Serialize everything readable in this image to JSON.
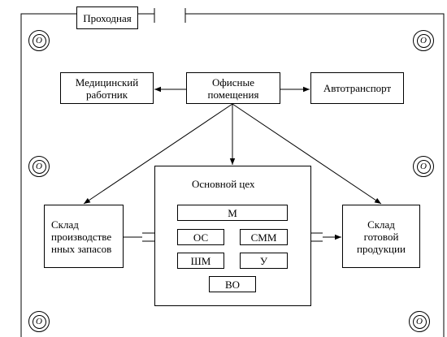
{
  "gate": "Проходная",
  "office": "Офисные\nпомещения",
  "medical": "Медицинский\nработник",
  "transport": "Автотранспорт",
  "main_shop": {
    "title": "Основной цех",
    "units": {
      "m": "М",
      "os": "ОС",
      "smm": "СММ",
      "shm": "ШМ",
      "u": "У",
      "vo": "ВО"
    }
  },
  "stock_raw": "Склад\nпроизводстве\nнных запасов",
  "stock_finished": "Склад\nготовой\nпродукции",
  "marker": "О"
}
